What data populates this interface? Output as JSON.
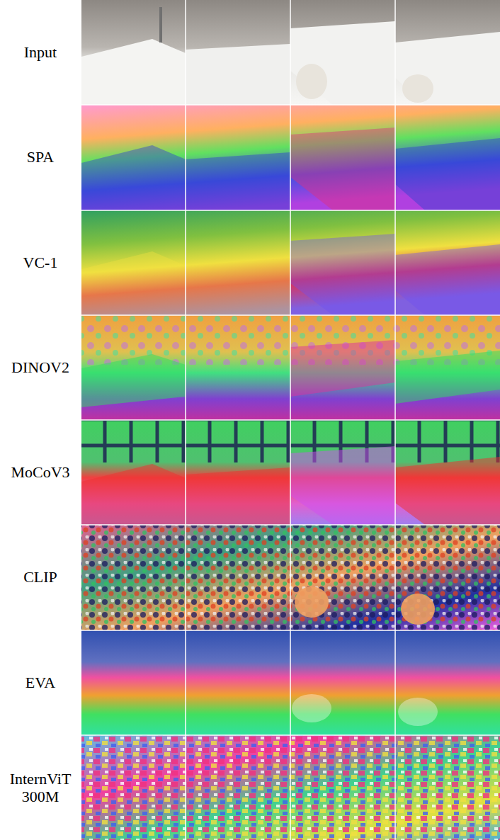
{
  "diagram": {
    "labels": [
      "Input",
      "SPA",
      "VC-1",
      "DINOV2",
      "MoCoV3",
      "CLIP",
      "EVA",
      "InternViT 300M"
    ]
  }
}
